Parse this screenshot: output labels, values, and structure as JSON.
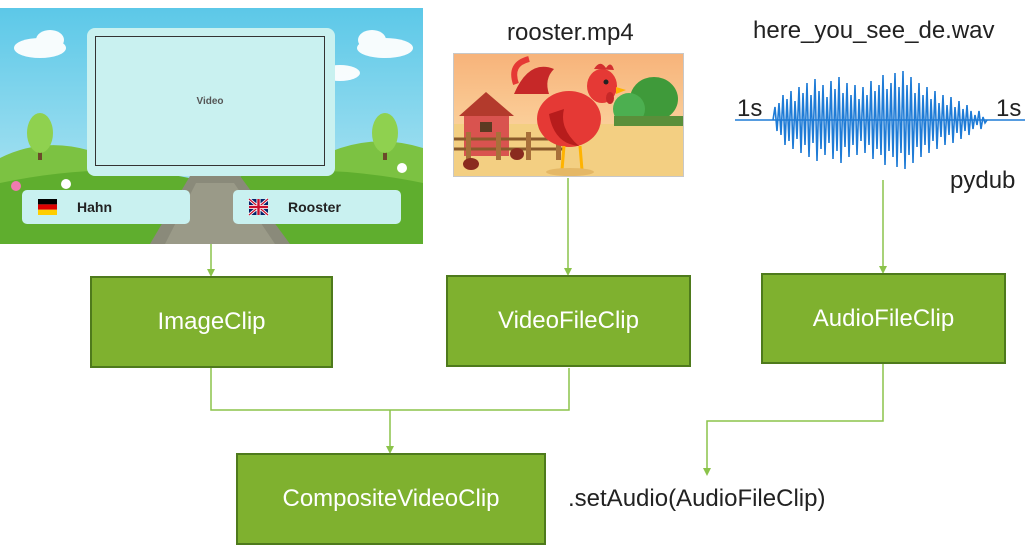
{
  "image_panel": {
    "video_label": "Video",
    "cards": [
      {
        "flag": "german-flag",
        "label": "Hahn"
      },
      {
        "flag": "uk-flag",
        "label": "Rooster"
      }
    ]
  },
  "video_source": {
    "filename": "rooster.mp4"
  },
  "audio_source": {
    "filename": "here_you_see_de.wav",
    "left_time": "1s",
    "right_time": "1s",
    "tool": "pydub"
  },
  "nodes": {
    "image_clip": "ImageClip",
    "video_file_clip": "VideoFileClip",
    "audio_file_clip": "AudioFileClip",
    "composite_video_clip": "CompositeVideoClip"
  },
  "set_audio_label": ".setAudio(AudioFileClip)",
  "colors": {
    "node_fill": "#7fb12f",
    "node_border": "#4e7a1c",
    "arrow": "#8bc34a",
    "waveform": "#1e7bd6"
  }
}
